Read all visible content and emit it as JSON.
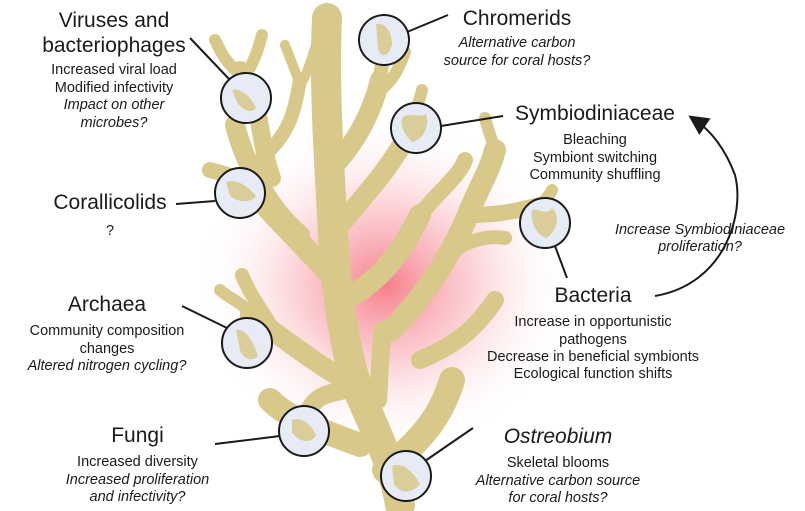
{
  "microbes": {
    "viruses": {
      "title_line1": "Viruses and",
      "title_line2": "bacteriophages",
      "effects": [
        "Increased viral load",
        "Modified infectivity"
      ],
      "questions": [
        "Impact on other",
        "microbes?"
      ]
    },
    "chromerids": {
      "title": "Chromerids",
      "questions": [
        "Alternative carbon",
        "source for coral hosts?"
      ]
    },
    "symbiodiniaceae": {
      "title": "Symbiodiniaceae",
      "effects": [
        "Bleaching",
        "Symbiont switching",
        "Community shuffling"
      ]
    },
    "corallicolids": {
      "title": "Corallicolids",
      "effects": [
        "?"
      ]
    },
    "feedback": {
      "questions": [
        "Increase Symbiodiniaceae",
        "proliferation?"
      ]
    },
    "bacteria": {
      "title": "Bacteria",
      "effects": [
        "Increase in opportunistic",
        "pathogens",
        "Decrease in beneficial symbionts",
        "Ecological function shifts"
      ]
    },
    "archaea": {
      "title": "Archaea",
      "effects": [
        "Community composition",
        "changes"
      ],
      "questions": [
        "Altered nitrogen cycling?"
      ]
    },
    "fungi": {
      "title": "Fungi",
      "effects": [
        "Increased diversity"
      ],
      "questions": [
        "Increased proliferation",
        "and infectivity?"
      ]
    },
    "ostreobium": {
      "title": "Ostreobium",
      "effects": [
        "Skeletal blooms"
      ],
      "questions": [
        "Alternative carbon source",
        "for coral hosts?"
      ]
    }
  },
  "colors": {
    "coral_fill": "#d8c88a",
    "coral_stroke": "#b5a468",
    "stress_glow": "#f47a8a",
    "zoom_circle_fill": "#e6ebf6",
    "zoom_circle_stroke": "#1a1a1a",
    "text": "#1a1a1a"
  }
}
